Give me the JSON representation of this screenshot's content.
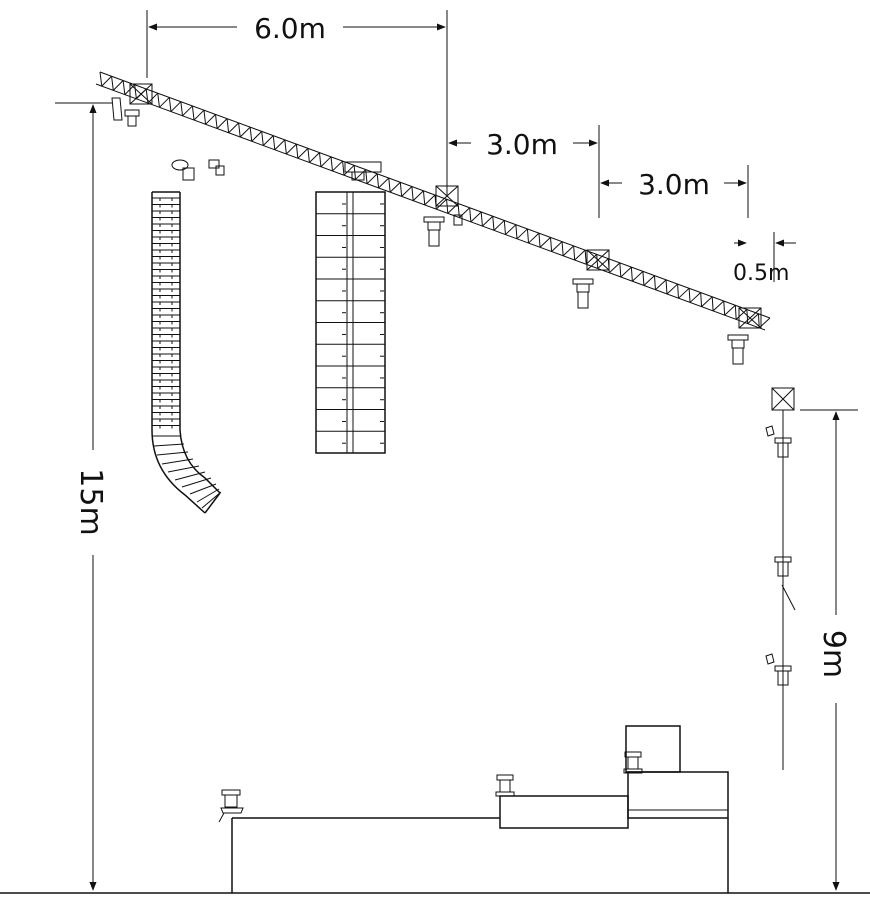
{
  "dimensions": {
    "top_span": "6.0m",
    "truss_span_a": "3.0m",
    "truss_span_b": "3.0m",
    "end_offset": "0.5m",
    "total_height": "15m",
    "side_height": "9m"
  },
  "colors": {
    "line": "#111111",
    "background": "#ffffff"
  },
  "icons": [
    "truss-block-icon",
    "moving-head-icon",
    "speaker-line-array-icon",
    "speaker-cabinet-icon",
    "stage-platform-icon"
  ]
}
